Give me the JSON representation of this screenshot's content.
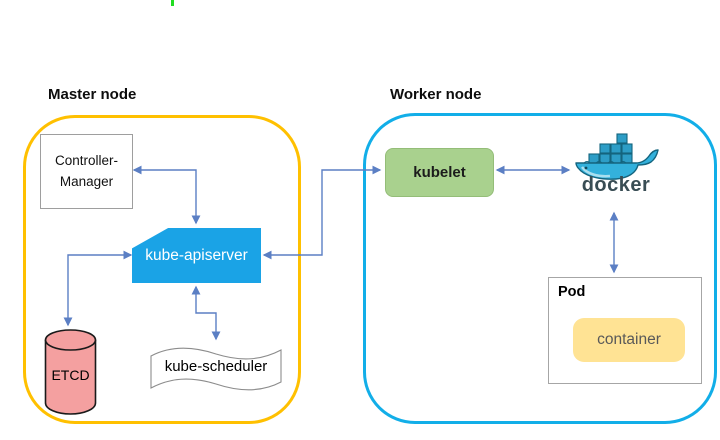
{
  "master_node": {
    "title": "Master node",
    "controller_manager": {
      "label_line1": "Controller-",
      "label_line2": "Manager"
    },
    "kube_apiserver": {
      "label": "kube-apiserver"
    },
    "etcd": {
      "label": "ETCD"
    },
    "kube_scheduler": {
      "label": "kube-scheduler"
    }
  },
  "worker_node": {
    "title": "Worker node",
    "kubelet": {
      "label": "kubelet"
    },
    "docker": {
      "label": "docker"
    },
    "pod": {
      "label": "Pod",
      "container": {
        "label": "container"
      }
    }
  },
  "connections": [
    {
      "from": "kube-apiserver",
      "to": "controller-manager",
      "bidirectional": true
    },
    {
      "from": "kube-apiserver",
      "to": "kubelet",
      "bidirectional": true
    },
    {
      "from": "kube-apiserver",
      "to": "etcd",
      "bidirectional": true
    },
    {
      "from": "kube-apiserver",
      "to": "kube-scheduler",
      "bidirectional": true
    },
    {
      "from": "kubelet",
      "to": "docker",
      "bidirectional": true
    },
    {
      "from": "docker",
      "to": "pod",
      "bidirectional": true
    }
  ],
  "colors": {
    "master_border": "#FFC000",
    "worker_border": "#12AEE8",
    "apiserver_fill": "#1AA3E6",
    "apiserver_text": "#FFFFFF",
    "kubelet_fill": "#A9D18E",
    "etcd_fill": "#F4A0A0",
    "scheduler_fill": "#FFFFFF",
    "container_fill": "#FFE394",
    "container_text": "#595959",
    "connector": "#5B7FC4",
    "docker_text": "#394D54",
    "docker_whale": "#33B1DC",
    "docker_whale_outline": "#14647E",
    "stray_mark": "#22DD22"
  }
}
